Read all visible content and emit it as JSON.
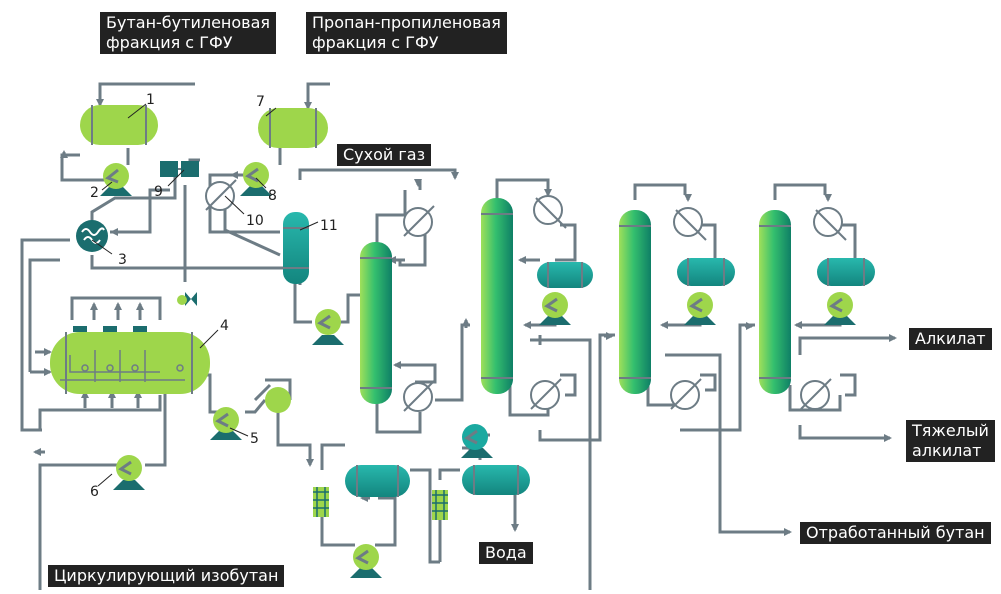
{
  "labels": {
    "butane_feed": "Бутан-бутиленовая\nфракция с ГФУ",
    "propane_feed": "Пропан-пропиленовая\nфракция с ГФУ",
    "dry_gas": "Сухой газ",
    "alkylate": "Алкилат",
    "heavy_alkylate": "Тяжелый\nалкилат",
    "spent_butane": "Отработанный бутан",
    "water": "Вода",
    "circulating_isobutane": "Циркулирующий изобутан"
  },
  "equipment_numbers": [
    "1",
    "2",
    "3",
    "4",
    "5",
    "6",
    "7",
    "8",
    "9",
    "10",
    "11"
  ],
  "colors": {
    "line": "#6d7c85",
    "light_green": "#9ed64b",
    "teal": "#1ba9a0",
    "dark_teal": "#1b6d6e",
    "label_bg": "#222222"
  }
}
